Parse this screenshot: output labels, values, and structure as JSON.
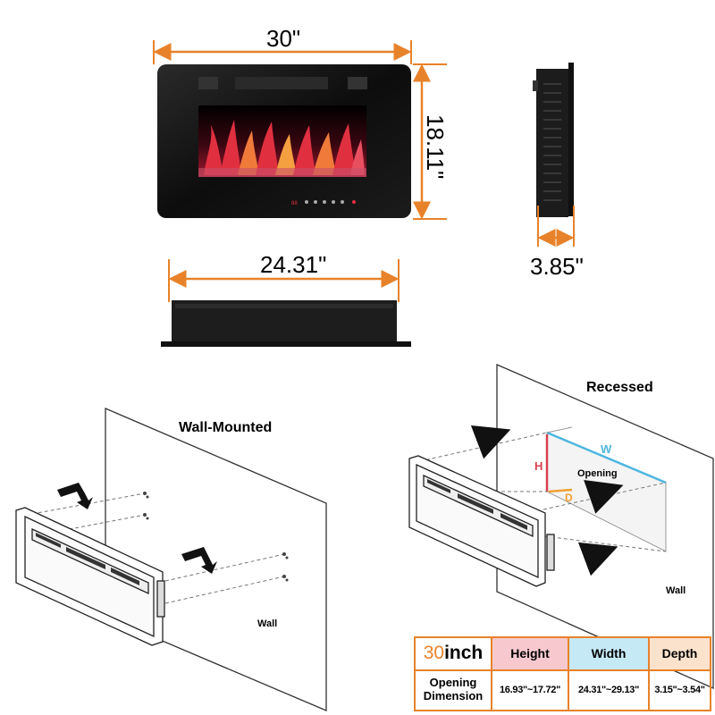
{
  "dimensions": {
    "front_width": "30\"",
    "front_height": "18.11\"",
    "bottom_width": "24.31\"",
    "side_depth": "3.85\""
  },
  "installation": {
    "wall_mounted": {
      "title": "Wall-Mounted",
      "wall_label": "Wall"
    },
    "recessed": {
      "title": "Recessed",
      "wall_label": "Wall",
      "opening_label": "Opening",
      "h_label": "H",
      "w_label": "W",
      "d_label": "D"
    }
  },
  "spec_table": {
    "size_number": "30",
    "size_unit": "inch",
    "row_label": "Opening Dimension",
    "headers": {
      "height": "Height",
      "width": "Width",
      "depth": "Depth"
    },
    "values": {
      "height": "16.93\"~17.72\"",
      "width": "24.31\"~29.13\"",
      "depth": "3.15\"~3.54\""
    }
  },
  "colors": {
    "dimension_orange": "#e8822a",
    "height_red": "#d9404f",
    "width_blue": "#4db6e0",
    "depth_orange": "#f0a030",
    "flame": "#e03040"
  },
  "icons": [
    "arrow-down-icon",
    "arrow-right-icon",
    "mounting-hook-icon"
  ]
}
